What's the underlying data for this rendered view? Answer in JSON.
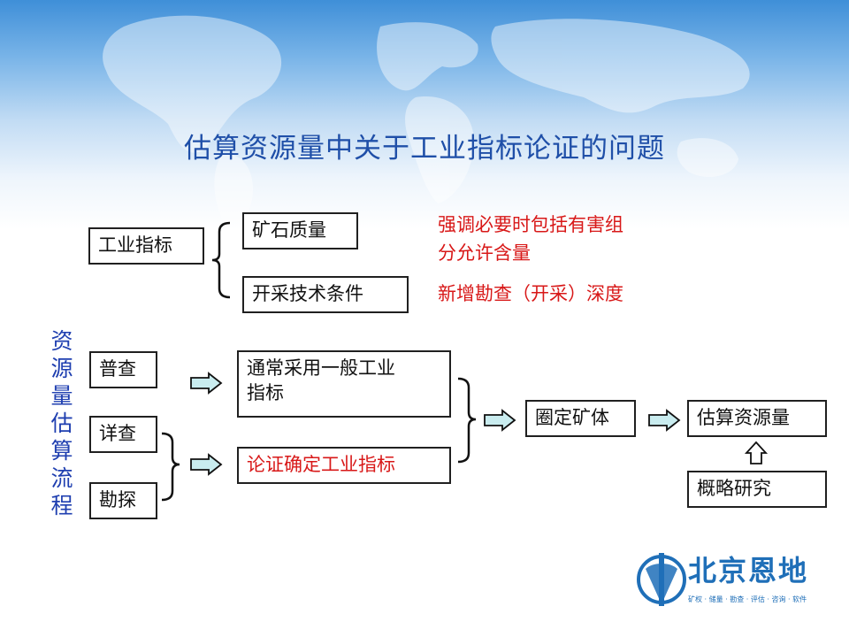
{
  "title": "估算资源量中关于工业指标论证的问题",
  "industrial_indicator": "工业指标",
  "ore_quality": "矿石质量",
  "mining_conditions": "开采技术条件",
  "note_harmful": [
    "强调必要时包括有害组",
    "分允许含量"
  ],
  "note_depth": "新增勘查（开采）深度",
  "vertical_label": [
    "资",
    "源",
    "量",
    "估",
    "算",
    "流",
    "程"
  ],
  "stages": {
    "survey": "普查",
    "detailed": "详查",
    "exploration": "勘探"
  },
  "general_indicator": [
    "通常采用一般工业",
    "指标"
  ],
  "verified_indicator": "论证确定工业指标",
  "delineate_orebody": "圈定矿体",
  "estimate_resources": "估算资源量",
  "scoping_study": "概略研究",
  "logo": {
    "name": "北京恩地",
    "tagline": "矿权 · 储量 · 勘查 · 评估 · 咨询 · 软件"
  },
  "colors": {
    "title": "#1f4fa8",
    "note_red": "#d81818",
    "vertical_blue": "#1f3fb0",
    "arrow_fill": "#c9ecef"
  }
}
